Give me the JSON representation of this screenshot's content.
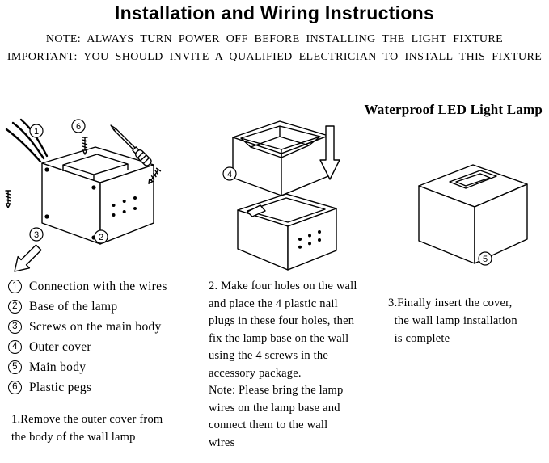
{
  "header": {
    "title": "Installation and Wiring Instructions",
    "note": "NOTE: ALWAYS TURN POWER OFF BEFORE INSTALLING THE LIGHT FIXTURE",
    "important": "IMPORTANT: YOU SHOULD INVITE A QUALIFIED ELECTRICIAN TO INSTALL THIS FIXTURE",
    "product_name": "Waterproof LED Light Lamp"
  },
  "legend": {
    "items": [
      {
        "num": "1",
        "label": "Connection with the wires"
      },
      {
        "num": "2",
        "label": "Base of the lamp"
      },
      {
        "num": "3",
        "label": "Screws on the main body"
      },
      {
        "num": "4",
        "label": "Outer cover"
      },
      {
        "num": "5",
        "label": "Main body"
      },
      {
        "num": "6",
        "label": "Plastic pegs"
      }
    ]
  },
  "steps": {
    "step1": "1.Remove the outer cover from\nthe body of the wall lamp",
    "step2": "2. Make four holes on the wall\nand place the 4 plastic nail\nplugs in these four holes, then\nfix the lamp base on the wall\nusing the 4 screws in the\naccessory package.\nNote: Please bring the lamp\nwires on the lamp base and\nconnect them to the wall\nwires",
    "step3": "3.Finally insert the cover,\n  the wall lamp installation\n  is complete"
  },
  "figures": {
    "fig1": {
      "callouts": {
        "wires": "1",
        "pegs": "6",
        "screws": "3",
        "base": "2"
      },
      "icons": [
        "wires-icon",
        "screwdriver-icon",
        "plastic-peg-icon",
        "direction-arrow-icon"
      ]
    },
    "fig2": {
      "callouts": {
        "cover": "4"
      },
      "icons": [
        "down-arrow-icon"
      ]
    },
    "fig3": {
      "callouts": {
        "body": "5"
      }
    }
  },
  "colors": {
    "ink": "#000000",
    "background": "#ffffff"
  }
}
